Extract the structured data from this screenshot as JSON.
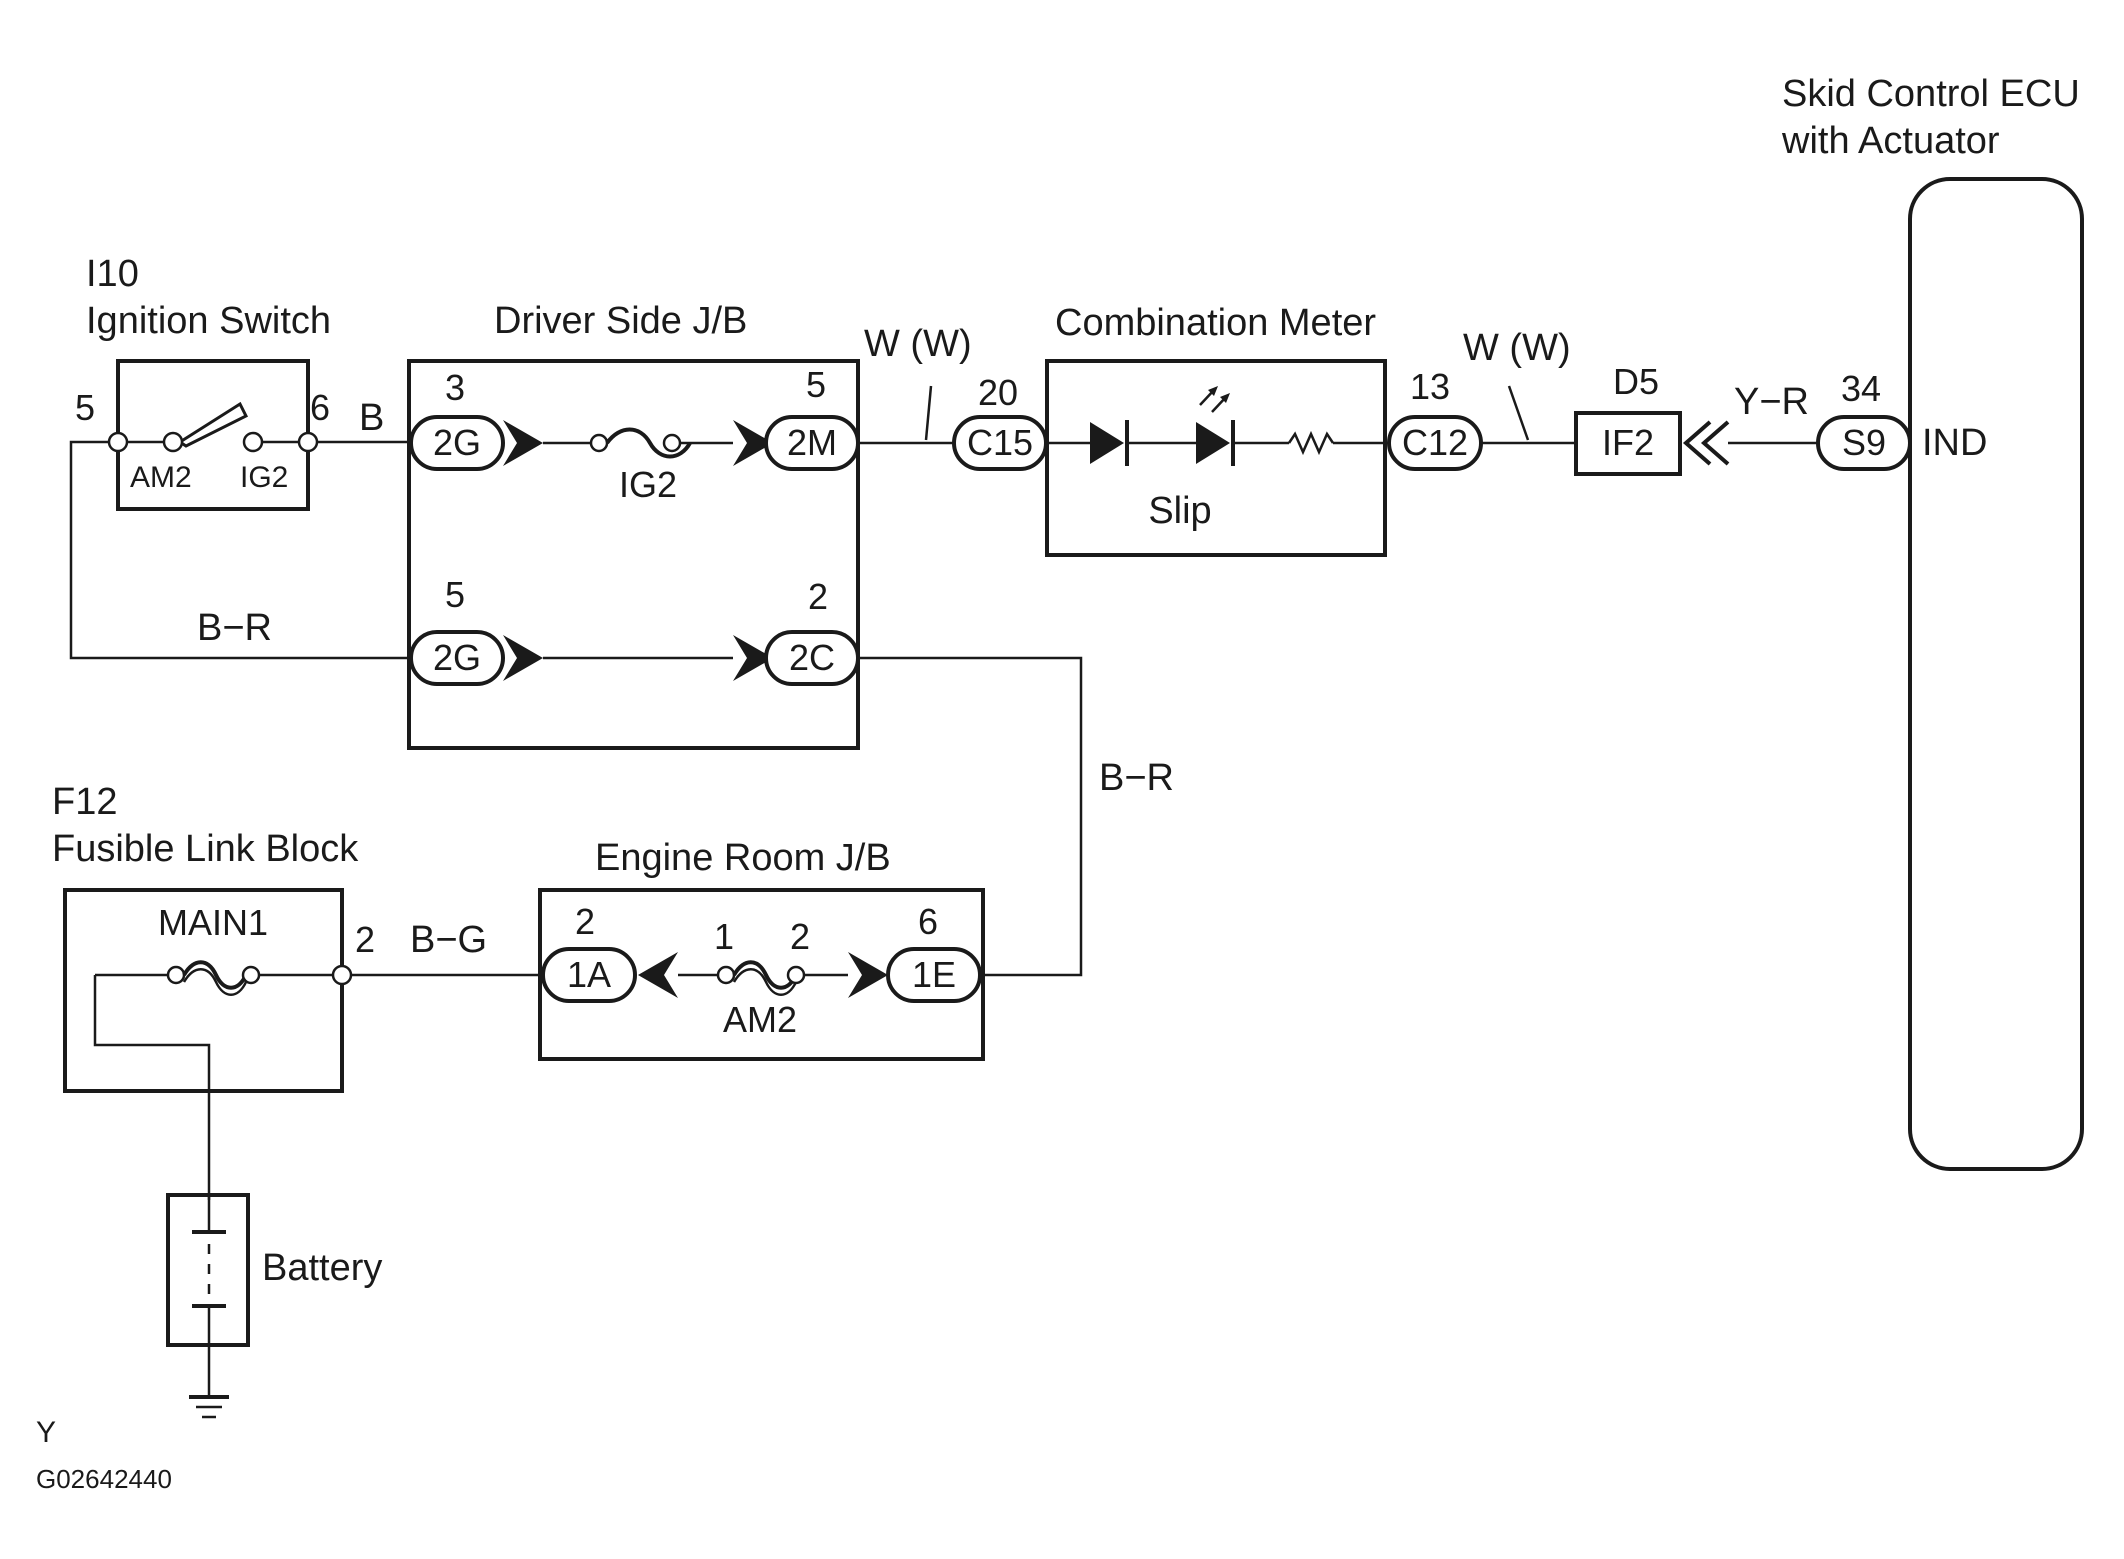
{
  "ignition_switch": {
    "code": "I10",
    "name": "Ignition Switch",
    "pin_left": "5",
    "pin_right": "6",
    "contact_left": "AM2",
    "contact_right": "IG2"
  },
  "driver_jb": {
    "name": "Driver Side J/B",
    "top_left_pin": "3",
    "top_left_conn": "2G",
    "top_right_pin": "5",
    "top_right_conn": "2M",
    "fuse": "IG2",
    "bottom_left_pin": "5",
    "bottom_left_conn": "2G",
    "bottom_right_pin": "2",
    "bottom_right_conn": "2C"
  },
  "combination_meter": {
    "name": "Combination Meter",
    "pin_left": "20",
    "conn_left": "C15",
    "pin_right": "13",
    "conn_right": "C12",
    "indicator": "Slip"
  },
  "junction": {
    "code": "D5",
    "conn": "IF2"
  },
  "ecu": {
    "name_line1": "Skid Control ECU",
    "name_line2": "with Actuator",
    "pin": "34",
    "conn": "S9",
    "terminal": "IND"
  },
  "fusible_link": {
    "code": "F12",
    "name": "Fusible Link Block",
    "fuse": "MAIN1",
    "pin": "2"
  },
  "engine_jb": {
    "name": "Engine Room J/B",
    "left_pin": "2",
    "left_conn": "1A",
    "fuse_pin_left": "1",
    "fuse_pin_right": "2",
    "fuse": "AM2",
    "right_pin": "6",
    "right_conn": "1E"
  },
  "battery": {
    "name": "Battery"
  },
  "wires": {
    "b": "B",
    "br_left": "B−R",
    "br_right": "B−R",
    "bg": "B−G",
    "w1": "W (W)",
    "w2": "W (W)",
    "yr": "Y−R"
  },
  "footer": {
    "ground_ref": "Y",
    "figure_code": "G02642440"
  }
}
